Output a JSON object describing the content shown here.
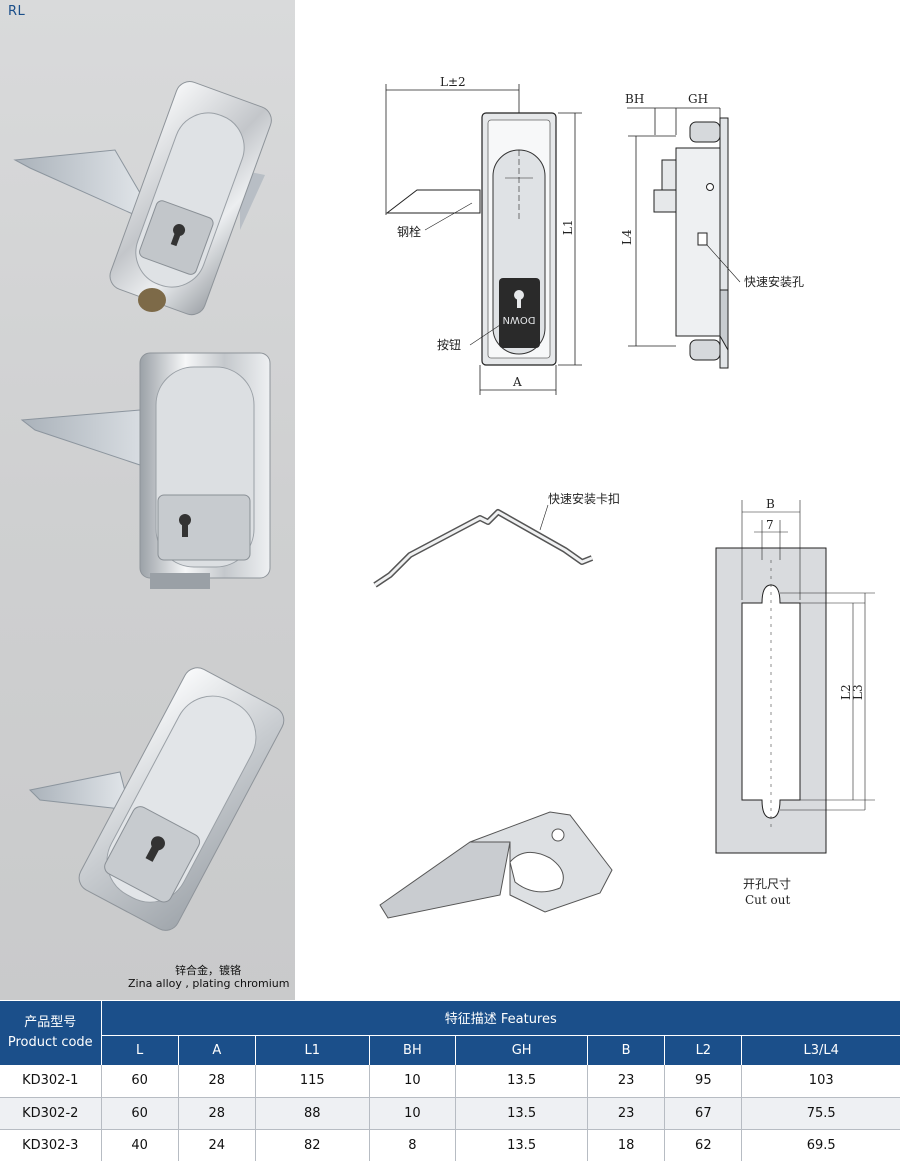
{
  "series_label": "RL",
  "material": {
    "cn": "锌合金，镀铬",
    "en": "Zina alloy , plating chromium"
  },
  "drawing_labels": {
    "width_tolerance": "L±2",
    "dim_A": "A",
    "dim_L1": "L1",
    "dim_BH": "BH",
    "dim_GH": "GH",
    "dim_L4": "L4",
    "steel_bolt": "钢栓",
    "button": "按钮",
    "quick_mount_hole": "快速安装孔",
    "quick_mount_clip": "快速安装卡扣",
    "button_engraving": "DOWN",
    "cutout_dim_B": "B",
    "cutout_dim_7": "7",
    "cutout_dim_L2": "L2",
    "cutout_dim_L3": "L3",
    "cutout_title_cn": "开孔尺寸",
    "cutout_title_en": "Cut out"
  },
  "table": {
    "product_code_cn": "产品型号",
    "product_code_en": "Product code",
    "features_title": "特征描述  Features",
    "columns": [
      "L",
      "A",
      "L1",
      "BH",
      "GH",
      "B",
      "L2",
      "L3/L4"
    ],
    "rows": [
      {
        "code": "KD302-1",
        "values": [
          "60",
          "28",
          "115",
          "10",
          "13.5",
          "23",
          "95",
          "103"
        ]
      },
      {
        "code": "KD302-2",
        "values": [
          "60",
          "28",
          "88",
          "10",
          "13.5",
          "23",
          "67",
          "75.5"
        ]
      },
      {
        "code": "KD302-3",
        "values": [
          "40",
          "24",
          "82",
          "8",
          "13.5",
          "18",
          "62",
          "69.5"
        ]
      }
    ]
  },
  "colors": {
    "header_blue": "#1b4f8a",
    "panel_grey": "#d3d4d5"
  }
}
